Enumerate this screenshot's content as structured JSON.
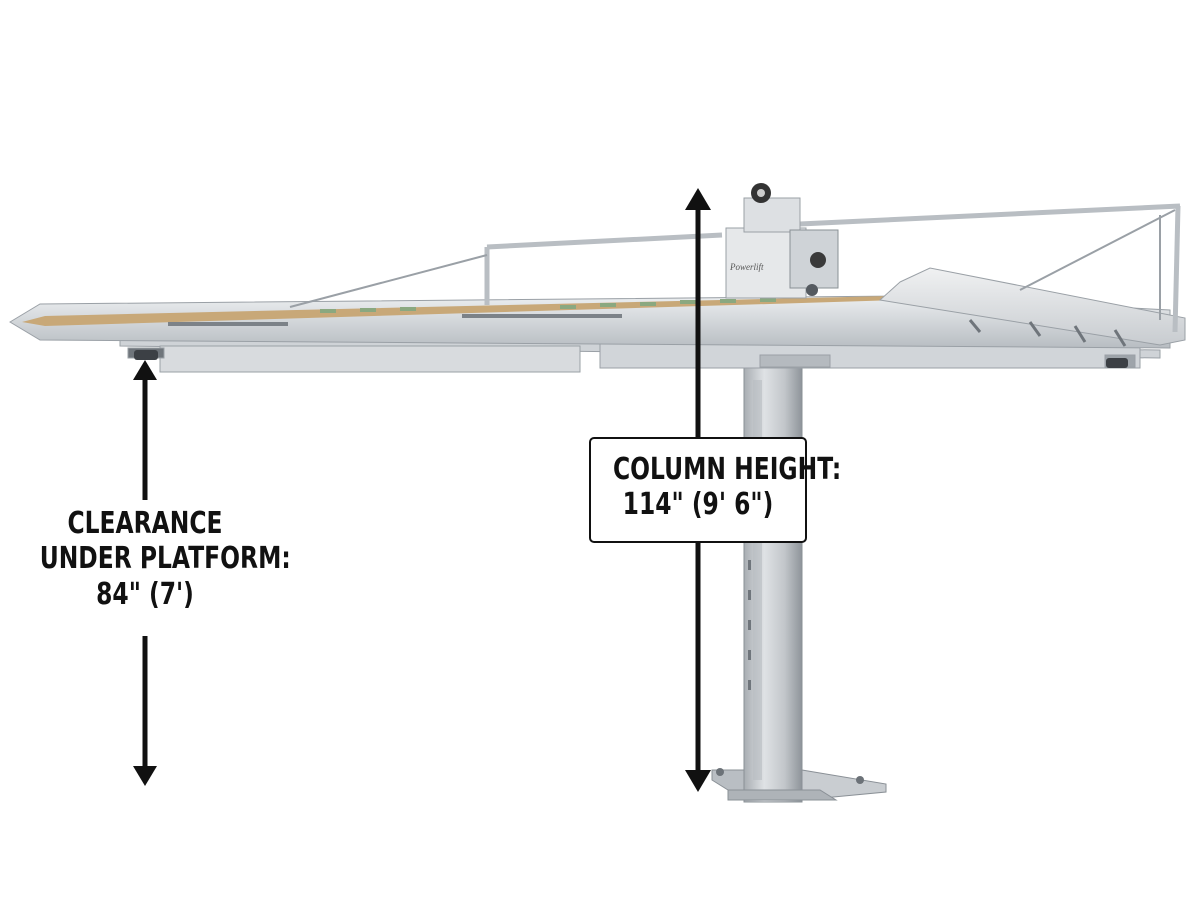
{
  "brand": {
    "name": "Powerlift"
  },
  "clearance": {
    "line1": "CLEARANCE",
    "line2": "UNDER PLATFORM:",
    "line3": "84\" (7')"
  },
  "column": {
    "line1": "COLUMN HEIGHT:",
    "line2": "114\" (9' 6\")"
  },
  "colors": {
    "metal_light": "#e4e6e8",
    "metal_mid": "#c4c8cc",
    "metal_dark": "#8e949a",
    "deck_wood": "#c8a878",
    "deck_green": "#8aa880",
    "arrow": "#111111"
  }
}
